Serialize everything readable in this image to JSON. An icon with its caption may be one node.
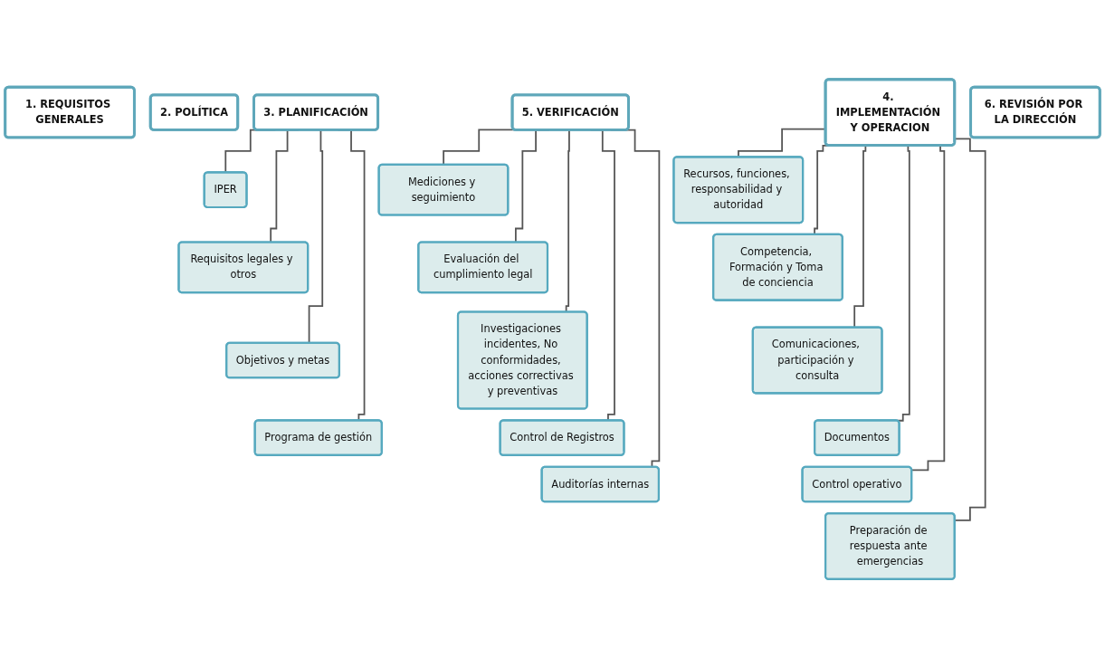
{
  "diagram": {
    "nodes": [
      {
        "text": [
          "1. REQUISITOS GENERALES"
        ]
      },
      {
        "text": [
          "2. POLÍTICA"
        ]
      },
      {
        "text": [
          "3. PLANIFICACIÓN"
        ]
      },
      {
        "text": [
          "4. IMPLEMENTACIÓN Y OPERACION"
        ]
      },
      {
        "text": [
          "5. VERIFICACIÓN"
        ]
      },
      {
        "text": [
          "6. REVISIÓN POR LA DIRECCIÓN"
        ]
      },
      {
        "text": [
          "IPER"
        ]
      },
      {
        "text": [
          "Requisitos legales y otros"
        ]
      },
      {
        "text": [
          "Objetivos y metas"
        ]
      },
      {
        "text": [
          "Programa de gestión"
        ]
      },
      {
        "text": [
          "Recursos, funciones, responsabilidad y autoridad"
        ]
      },
      {
        "text": [
          "Competencia, Formación y Toma de conciencia"
        ]
      },
      {
        "text": [
          "Comunicaciones, participación y consulta"
        ]
      },
      {
        "text": [
          "Documentos"
        ]
      },
      {
        "text": [
          "Control operativo"
        ]
      },
      {
        "text": [
          "Preparación de respuesta ante emergencias"
        ]
      },
      {
        "text": [
          "Mediciones y seguimiento"
        ]
      },
      {
        "text": [
          "Evaluación del cumplimiento legal"
        ]
      },
      {
        "text": [
          "Investigaciones incidentes, No conformidades, acciones correctivas y preventivas"
        ]
      },
      {
        "text": [
          "Control de Registros"
        ]
      },
      {
        "text": [
          "Auditorías internas"
        ]
      }
    ],
    "edges": [
      {
        "from": 2,
        "to": 6,
        "arrow": "none"
      },
      {
        "from": 2,
        "to": 7,
        "arrow": "none"
      },
      {
        "from": 2,
        "to": 8,
        "arrow": "none"
      },
      {
        "from": 2,
        "to": 9,
        "arrow": "none"
      },
      {
        "from": 3,
        "to": 10,
        "arrow": "none"
      },
      {
        "from": 3,
        "to": 11,
        "arrow": "none"
      },
      {
        "from": 3,
        "to": 12,
        "arrow": "none"
      },
      {
        "from": 3,
        "to": 13,
        "arrow": "none"
      },
      {
        "from": 3,
        "to": 14,
        "arrow": "none"
      },
      {
        "from": 3,
        "to": 15,
        "arrow": "none"
      },
      {
        "from": 4,
        "to": 16,
        "arrow": "none"
      },
      {
        "from": 4,
        "to": 17,
        "arrow": "none"
      },
      {
        "from": 4,
        "to": 18,
        "arrow": "none"
      },
      {
        "from": 4,
        "to": 19,
        "arrow": "none"
      },
      {
        "from": 4,
        "to": 20,
        "arrow": "none"
      }
    ]
  }
}
